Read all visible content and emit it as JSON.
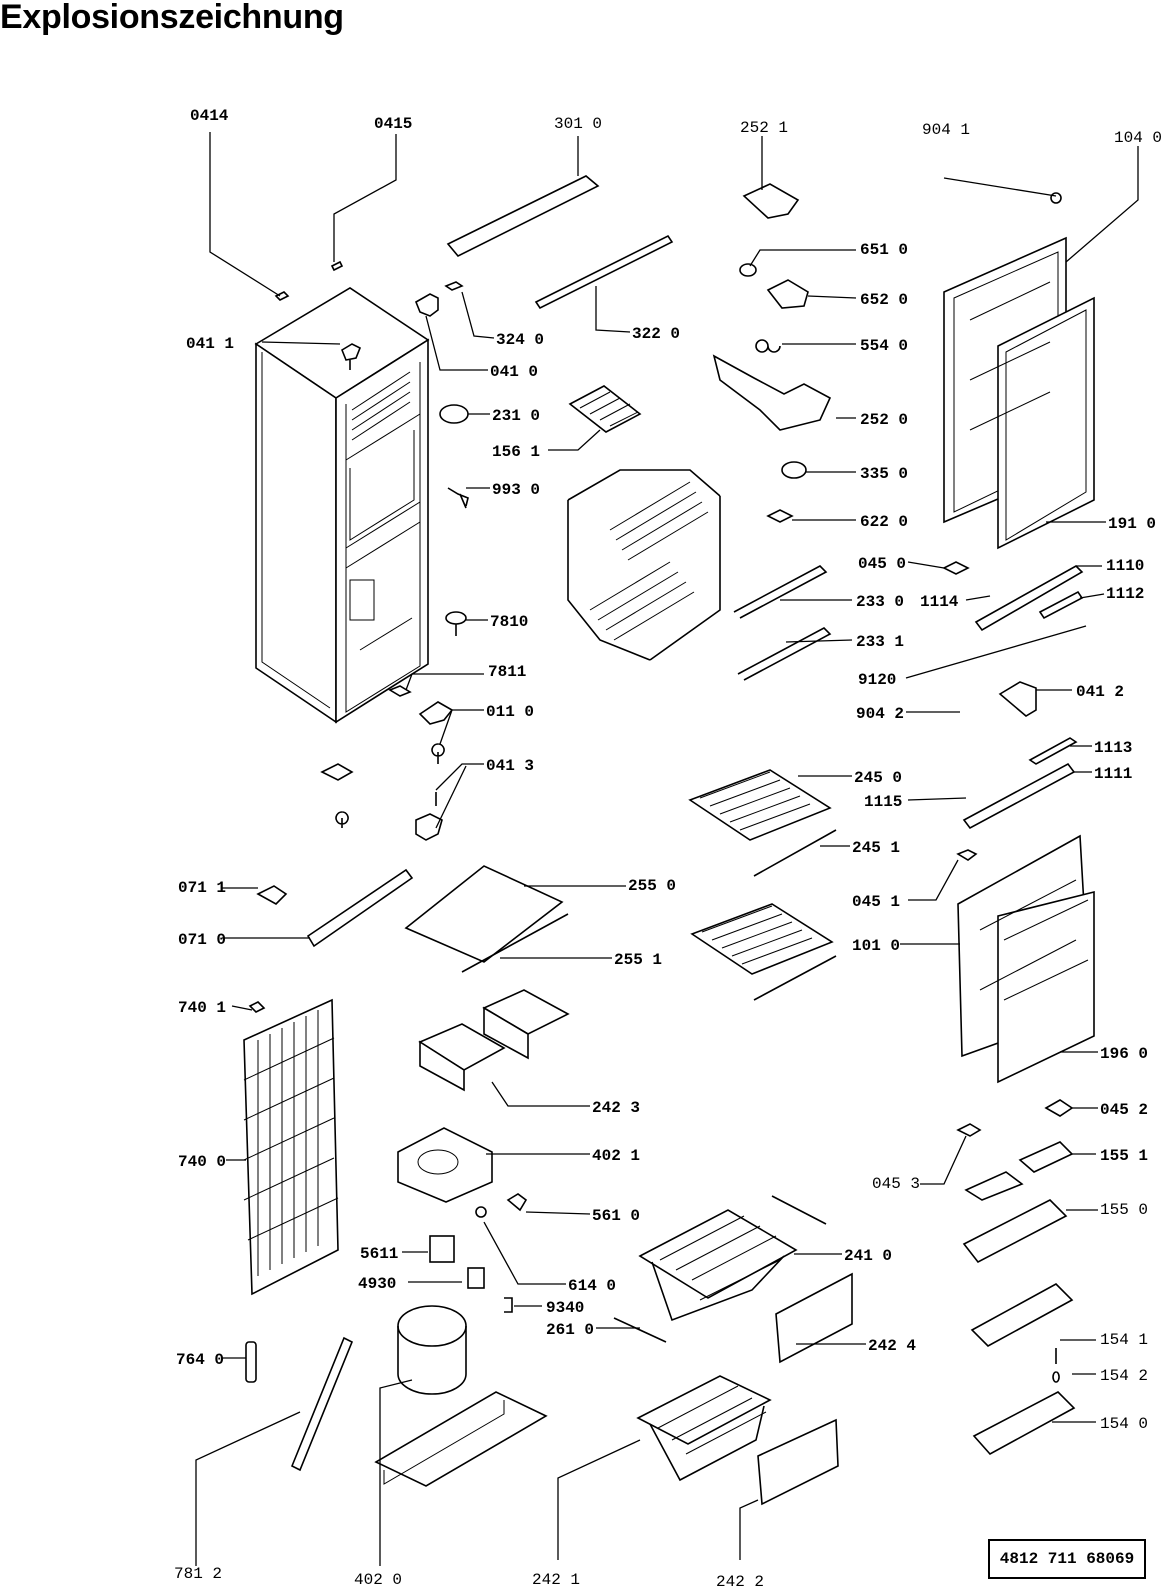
{
  "title": "Explosionszeichnung",
  "document_number": "4812  711  68069",
  "labels": [
    {
      "id": "0414",
      "text": "0414"
    },
    {
      "id": "0415",
      "text": "0415"
    },
    {
      "id": "3010",
      "text": "301 0"
    },
    {
      "id": "2521",
      "text": "252 1"
    },
    {
      "id": "9041",
      "text": "904 1"
    },
    {
      "id": "1040",
      "text": "104 0"
    },
    {
      "id": "6510",
      "text": "651 0"
    },
    {
      "id": "6520",
      "text": "652 0"
    },
    {
      "id": "3240",
      "text": "324 0"
    },
    {
      "id": "3220",
      "text": "322 0"
    },
    {
      "id": "5540",
      "text": "554 0"
    },
    {
      "id": "0411",
      "text": "041 1"
    },
    {
      "id": "0410",
      "text": "041 0"
    },
    {
      "id": "2310",
      "text": "231 0"
    },
    {
      "id": "2520",
      "text": "252 0"
    },
    {
      "id": "1561",
      "text": "156 1"
    },
    {
      "id": "3350",
      "text": "335 0"
    },
    {
      "id": "9930",
      "text": "993 0"
    },
    {
      "id": "6220",
      "text": "622 0"
    },
    {
      "id": "1910",
      "text": "191 0"
    },
    {
      "id": "0450",
      "text": "045 0"
    },
    {
      "id": "1110",
      "text": "1110"
    },
    {
      "id": "2330",
      "text": "233 0"
    },
    {
      "id": "1114",
      "text": "1114"
    },
    {
      "id": "1112",
      "text": "1112"
    },
    {
      "id": "7810",
      "text": "7810"
    },
    {
      "id": "2331",
      "text": "233 1"
    },
    {
      "id": "7811",
      "text": "7811"
    },
    {
      "id": "9120",
      "text": "9120"
    },
    {
      "id": "0412",
      "text": "041 2"
    },
    {
      "id": "0110",
      "text": "011 0"
    },
    {
      "id": "9042",
      "text": "904 2"
    },
    {
      "id": "0413",
      "text": "041 3"
    },
    {
      "id": "1113",
      "text": "1113"
    },
    {
      "id": "2450",
      "text": "245 0"
    },
    {
      "id": "1111",
      "text": "1111"
    },
    {
      "id": "1115",
      "text": "1115"
    },
    {
      "id": "2451",
      "text": "245 1"
    },
    {
      "id": "0711",
      "text": "071 1"
    },
    {
      "id": "2550",
      "text": "255 0"
    },
    {
      "id": "0451",
      "text": "045 1"
    },
    {
      "id": "0710",
      "text": "071 0"
    },
    {
      "id": "1010",
      "text": "101 0"
    },
    {
      "id": "2551",
      "text": "255 1"
    },
    {
      "id": "7401",
      "text": "740 1"
    },
    {
      "id": "1960",
      "text": "196 0"
    },
    {
      "id": "2423",
      "text": "242 3"
    },
    {
      "id": "0452",
      "text": "045 2"
    },
    {
      "id": "7400",
      "text": "740 0"
    },
    {
      "id": "4021",
      "text": "402 1"
    },
    {
      "id": "1551",
      "text": "155 1"
    },
    {
      "id": "0453",
      "text": "045 3"
    },
    {
      "id": "5610",
      "text": "561 0"
    },
    {
      "id": "1550",
      "text": "155 0"
    },
    {
      "id": "5611",
      "text": "5611"
    },
    {
      "id": "2410",
      "text": "241 0"
    },
    {
      "id": "6140",
      "text": "614 0"
    },
    {
      "id": "4930",
      "text": "4930"
    },
    {
      "id": "9340",
      "text": "9340"
    },
    {
      "id": "2610",
      "text": "261 0"
    },
    {
      "id": "2424",
      "text": "242 4"
    },
    {
      "id": "1541",
      "text": "154 1"
    },
    {
      "id": "7640",
      "text": "764 0"
    },
    {
      "id": "1542",
      "text": "154 2"
    },
    {
      "id": "1540",
      "text": "154 0"
    },
    {
      "id": "7812",
      "text": "781 2"
    },
    {
      "id": "4020",
      "text": "402  0"
    },
    {
      "id": "2421",
      "text": "242 1"
    },
    {
      "id": "2422",
      "text": "242 2"
    }
  ]
}
